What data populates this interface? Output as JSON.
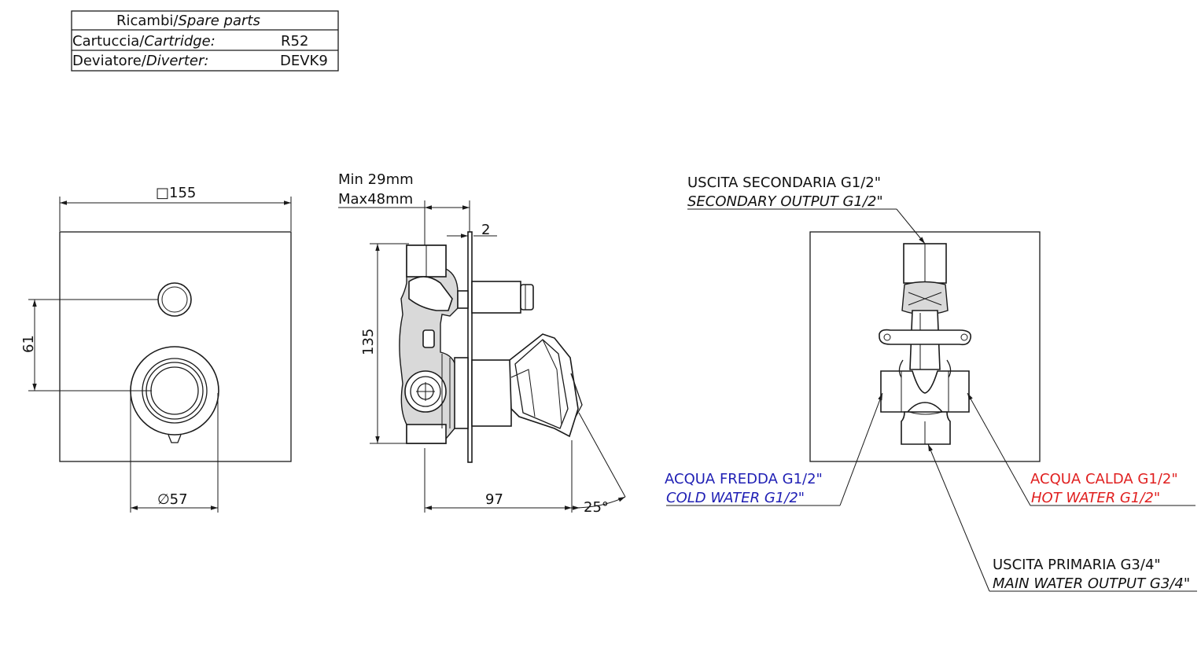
{
  "spare_parts": {
    "header_a": "Ricambi/",
    "header_b": "Spare parts",
    "row1_a": "Cartuccia/",
    "row1_b": "Cartridge:",
    "row1_value": "R52",
    "row2_a": "Deviatore/",
    "row2_b": "Diverter:",
    "row2_value": "DEVK9"
  },
  "front_view": {
    "plate_size": "□155",
    "spacing": "61",
    "handle_diameter": "∅57"
  },
  "side_view": {
    "depth_min": "Min 29mm",
    "depth_max": "Max48mm",
    "plate_thickness": "2",
    "height": "135",
    "projection": "97",
    "angle": "25°"
  },
  "rear_view": {
    "secondary_it": "USCITA SECONDARIA G1/2\"",
    "secondary_en": "SECONDARY OUTPUT G1/2\"",
    "cold_it": "ACQUA FREDDA G1/2\"",
    "cold_en": "COLD WATER G1/2\"",
    "hot_it": "ACQUA CALDA G1/2\"",
    "hot_en": "HOT WATER G1/2\"",
    "main_it": "USCITA PRIMARIA G3/4\"",
    "main_en": "MAIN WATER OUTPUT G3/4\""
  },
  "colors": {
    "cold": "#1f1fb4",
    "hot": "#e02020",
    "line": "#1a1a1a"
  }
}
